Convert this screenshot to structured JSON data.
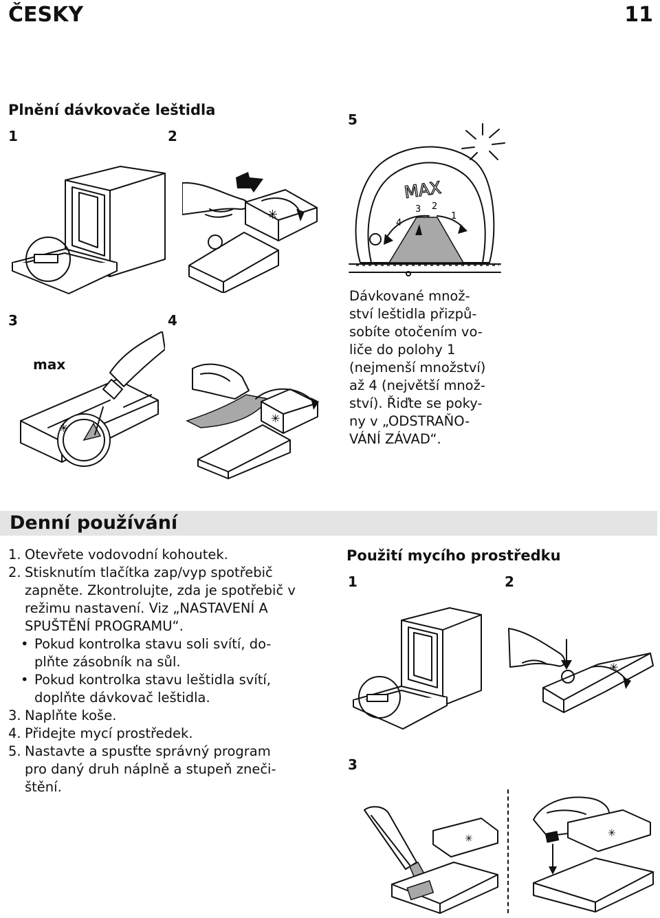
{
  "header": {
    "language": "ČESKY",
    "page_number": "11"
  },
  "rinse_section": {
    "title": "Plnění dávkovače leštidla",
    "step_labels": [
      "1",
      "2",
      "3",
      "4",
      "5"
    ],
    "max_label": "max",
    "dial_text": "MAX",
    "dial_numbers": [
      "1",
      "2",
      "3",
      "4"
    ],
    "note_lines": [
      "Dávkované množ-",
      "ství leštidla přizpů-",
      "sobíte otočením vo-",
      "liče do polohy 1",
      "(nejmenší množství)",
      "až 4 (největší množ-",
      "ství). Řiďte se poky-",
      "ny v „ODSTRAŇO-",
      "VÁNÍ ZÁVAD“."
    ]
  },
  "daily_use": {
    "title": "Denní používání",
    "steps": [
      {
        "n": "1.",
        "lines": [
          "Otevřete vodovodní kohoutek."
        ]
      },
      {
        "n": "2.",
        "lines": [
          "Stisknutím tlačítka zap/vyp spotřebič",
          "zapněte. Zkontrolujte, zda je spotřebič v",
          "režimu nastavení. Viz „NASTAVENÍ A",
          "SPUŠTĚNÍ PROGRAMU“."
        ]
      },
      {
        "n": "3.",
        "lines": [
          "Naplňte koše."
        ]
      },
      {
        "n": "4.",
        "lines": [
          "Přidejte mycí prostředek."
        ]
      },
      {
        "n": "5.",
        "lines": [
          "Nastavte a spusťte správný program",
          "pro daný druh náplně a stupeň zneči-",
          "štění."
        ]
      }
    ],
    "bullets": [
      [
        "Pokud kontrolka stavu soli svítí, do-",
        "plňte zásobník na sůl."
      ],
      [
        "Pokud kontrolka stavu leštidla svítí,",
        "doplňte dávkovač leštidla."
      ]
    ]
  },
  "detergent_section": {
    "title": "Použití mycího prostředku",
    "step_labels": [
      "1",
      "2",
      "3"
    ]
  },
  "icons": [
    "dishwasher-illustration",
    "hand-press-illustration",
    "dispenser-lid-illustration",
    "rinse-dial-illustration",
    "pour-bottle-illustration",
    "cloth-wipe-illustration",
    "detergent-pour-illustration",
    "detergent-tablet-illustration",
    "light-burst-icon",
    "arrow-icon"
  ],
  "colors": {
    "banner": "#e4e4e4",
    "illustration_gray": "#a8a8a8"
  }
}
